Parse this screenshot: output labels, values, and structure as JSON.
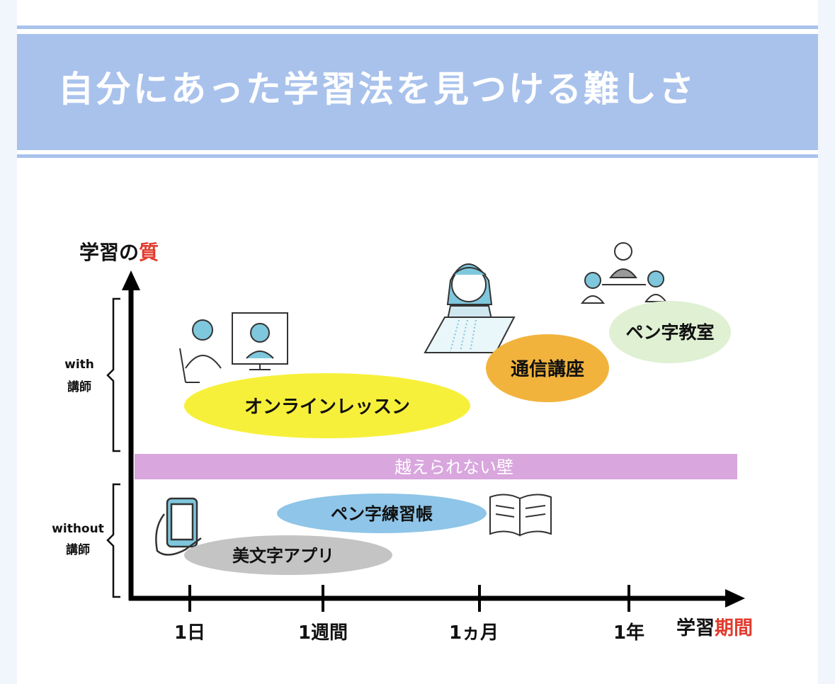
{
  "header": {
    "title": "自分にあった学習法を見つける難しさ"
  },
  "diagram": {
    "y_axis_label": {
      "prefix": "学習の",
      "highlight": "質"
    },
    "x_axis_label": {
      "prefix": "学習",
      "highlight": "期間"
    },
    "x_ticks": [
      "1日",
      "1週間",
      "1ヵ月",
      "1年"
    ],
    "groups": [
      {
        "line1": "with",
        "line2": "講師"
      },
      {
        "line1": "without",
        "line2": "講師"
      }
    ],
    "wall_label": "越えられない壁",
    "methods": [
      {
        "label": "オンラインレッスン",
        "color": "#f7f03a"
      },
      {
        "label": "通信講座",
        "color": "#f2b33d"
      },
      {
        "label": "ペン字教室",
        "color": "#dff0d3"
      },
      {
        "label": "ペン字練習帳",
        "color": "#8ec5e8"
      },
      {
        "label": "美文字アプリ",
        "color": "#c4c4c4"
      }
    ],
    "colors": {
      "accent": "#e23b2e",
      "wall": "#d9a6de",
      "illustration": "#7fc7dd",
      "header": "#a9c2ec"
    }
  }
}
